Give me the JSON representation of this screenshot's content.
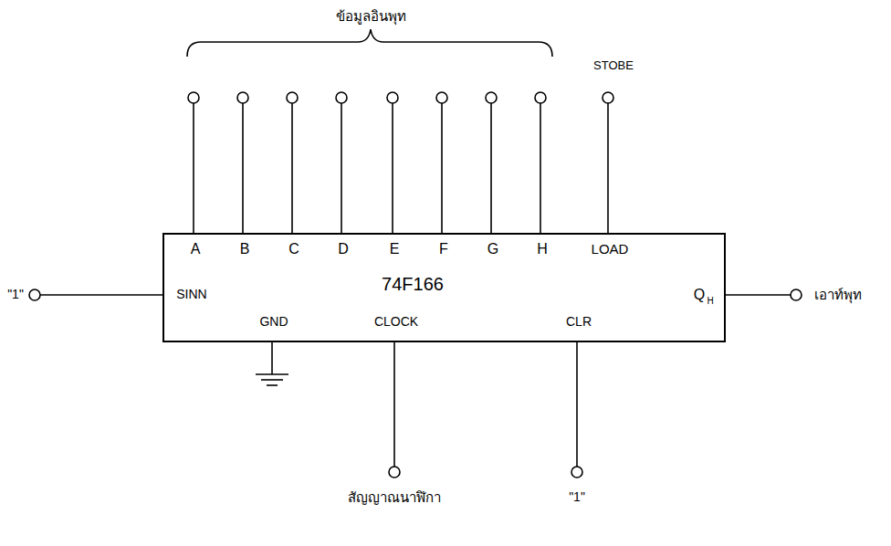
{
  "diagram": {
    "nodes": [
      {
        "text": [
          "A",
          "B",
          "C",
          "D",
          "E",
          "F",
          "G",
          "H",
          "LOAD",
          "SINN",
          "74F166",
          "Q",
          "H",
          "GND",
          "CLOCK",
          "CLR"
        ]
      }
    ],
    "labels": [
      "ข้อมูลอินพุท",
      "STOBE",
      "\"1\"",
      "เอาท์พุท",
      "สัญญาณนาฬิกา",
      "\"1\""
    ]
  }
}
